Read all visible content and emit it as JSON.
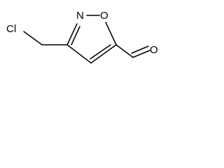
{
  "structure": {
    "atoms": {
      "chlorine": "Cl",
      "ring_nitrogen": "N",
      "ring_oxygen": "O",
      "aldehyde_oxygen": "O"
    },
    "bonds": [
      {
        "from": "Cl",
        "to": "CH2",
        "order": 1
      },
      {
        "from": "CH2",
        "to": "C3",
        "order": 1
      },
      {
        "from": "C3",
        "to": "N2",
        "order": 2
      },
      {
        "from": "N2",
        "to": "O1",
        "order": 1
      },
      {
        "from": "O1",
        "to": "C5",
        "order": 1
      },
      {
        "from": "C5",
        "to": "C4",
        "order": 2
      },
      {
        "from": "C4",
        "to": "C3",
        "order": 1
      },
      {
        "from": "C5",
        "to": "CHO",
        "order": 1
      },
      {
        "from": "CHO",
        "to": "O",
        "order": 2
      }
    ]
  },
  "colors": {
    "bond": "#000000",
    "label": "#000000",
    "background": "#ffffff"
  }
}
